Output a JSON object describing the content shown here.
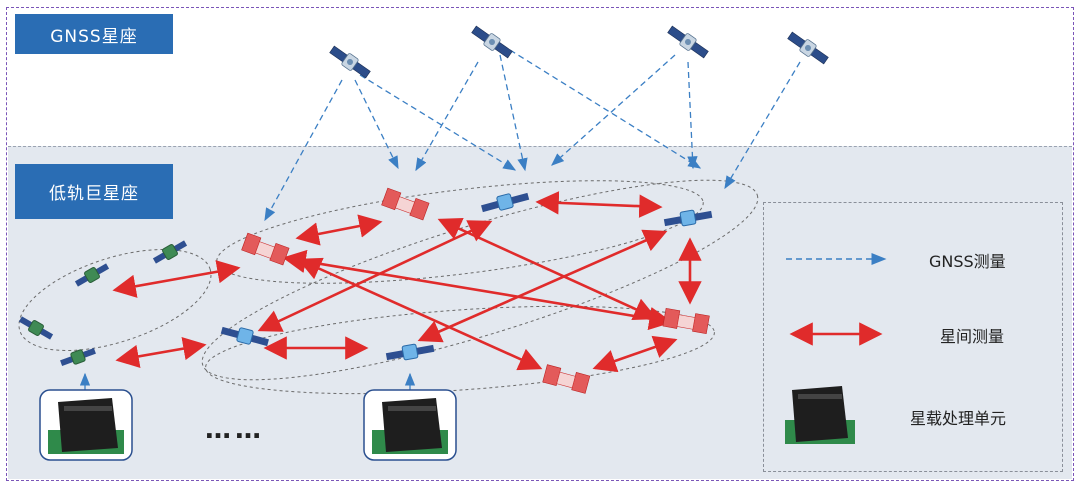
{
  "gnss_constellation": {
    "label": "GNSS星座"
  },
  "leo_constellation": {
    "label": "低轨巨星座"
  },
  "legend": {
    "gnss_measurement": "GNSS测量",
    "inter_satellite_measurement": "星间测量",
    "onboard_processing_unit": "星载处理单元"
  },
  "ellipsis": "……",
  "colors": {
    "banner": "#2a6db4",
    "gnss_arrow": "#3b7fc4",
    "isl_arrow": "#e02b2b",
    "leo_bg": "#e3e8ef"
  },
  "icons": {
    "gnss_satellite": "satellite-icon",
    "leo_satellite": "satellite-icon",
    "processor": "processor-box-icon"
  }
}
